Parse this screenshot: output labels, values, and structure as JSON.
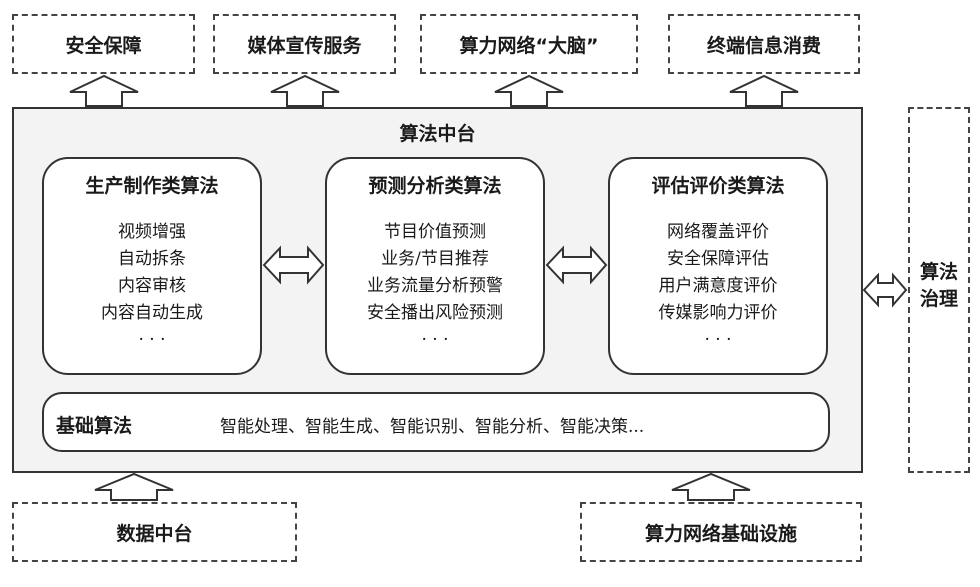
{
  "top_outputs": [
    "安全保障",
    "媒体宣传服务",
    "算力网络“大脑”",
    "终端信息消费"
  ],
  "platform_title": "算法中台",
  "cards": [
    {
      "title": "生产制作类算法",
      "items": [
        "视频增强",
        "自动拆条",
        "内容审核",
        "内容自动生成",
        "· · ·"
      ]
    },
    {
      "title": "预测分析类算法",
      "items": [
        "节目价值预测",
        "业务/节目推荐",
        "业务流量分析预警",
        "安全播出风险预测",
        "· · ·"
      ]
    },
    {
      "title": "评估评价类算法",
      "items": [
        "网络覆盖评价",
        "安全保障评估",
        "用户满意度评价",
        "传媒影响力评价",
        "· · ·"
      ]
    }
  ],
  "basic": {
    "label": "基础算法",
    "content": "智能处理、智能生成、智能识别、智能分析、智能决策..."
  },
  "governance": [
    "算法",
    "治理"
  ],
  "bottom_inputs": [
    "数据中台",
    "算力网络基础设施"
  ]
}
